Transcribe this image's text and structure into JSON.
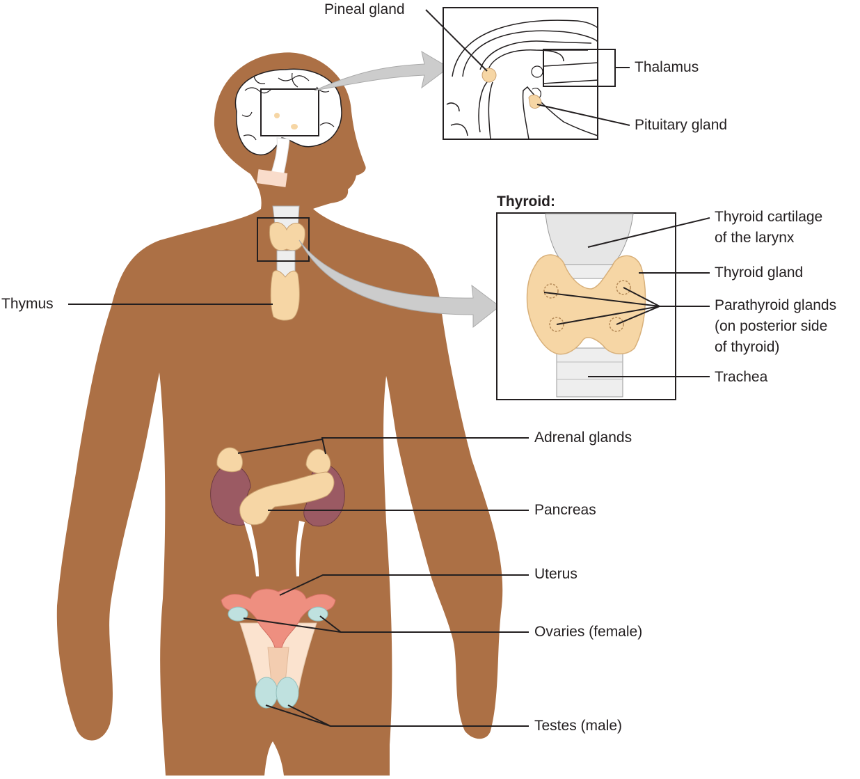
{
  "labels": {
    "pineal": "Pineal gland",
    "thalamus": "Thalamus",
    "pituitary": "Pituitary gland",
    "thyroid_heading": "Thyroid:",
    "thyroid_cartilage": [
      "Thyroid cartilage",
      "of the larynx"
    ],
    "thyroid_gland": "Thyroid gland",
    "parathyroid": [
      "Parathyroid glands",
      "(on posterior side",
      "of thyroid)"
    ],
    "trachea": "Trachea",
    "thymus": "Thymus",
    "adrenal": "Adrenal glands",
    "pancreas": "Pancreas",
    "uterus": "Uterus",
    "ovaries": "Ovaries (female)",
    "testes": "Testes (male)"
  },
  "colors": {
    "skin": "#ac7045",
    "gland": "#f6d6a5",
    "gland_outline": "#c9a070",
    "kidney": "#9b5a63",
    "uterus": "#ee8f80",
    "ovary": "#bfe1df",
    "arrow": "#cccccc",
    "line": "#231f20"
  }
}
